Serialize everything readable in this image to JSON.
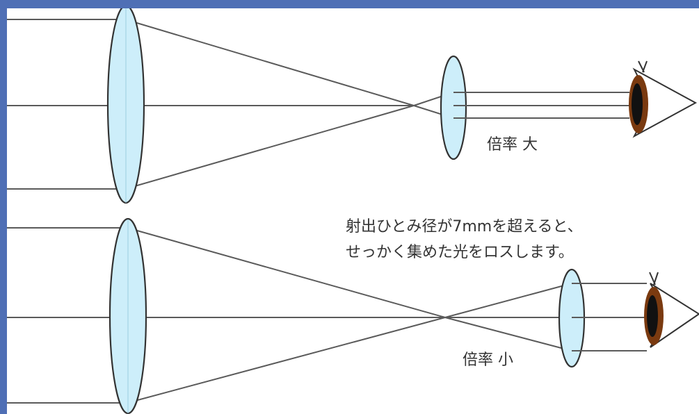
{
  "diagram": {
    "top": {
      "label": "倍率 大"
    },
    "bottom": {
      "label": "倍率 小",
      "note_line1": "射出ひとみ径が7mmを超えると、",
      "note_line2": "せっかく集めた光をロスします。"
    },
    "colors": {
      "frame_background": "#4f6fb5",
      "lens_fill": "#cdeefa",
      "ray": "#5a5a5a",
      "iris": "#7a3a10",
      "pupil": "#111111"
    },
    "icons": [
      "objective-lens",
      "eyepiece-lens",
      "eye-icon"
    ]
  }
}
